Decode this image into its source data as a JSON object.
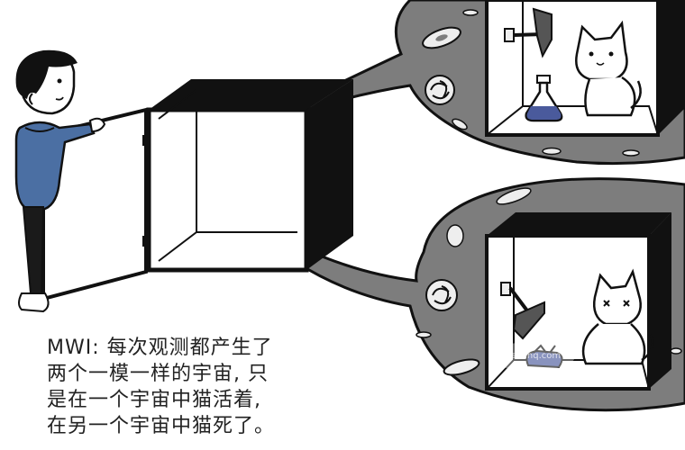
{
  "caption": {
    "lines": [
      "MWI: 每次观测都产生了",
      "两个一模一样的宇宙, 只",
      "是在一个宇宙中猫活着,",
      "在另一个宇宙中猫死了。"
    ]
  },
  "watermark": "Ushanq.com",
  "colors": {
    "ink": "#111111",
    "bubble_fill": "#7d7d7d",
    "sweater": "#4b6fa3",
    "flask_liquid": "#4a5a9c",
    "background": "#ffffff"
  },
  "icons": [
    "hammer-icon",
    "flask-icon",
    "cat-icon",
    "swirl-icon",
    "galaxy-icon"
  ]
}
